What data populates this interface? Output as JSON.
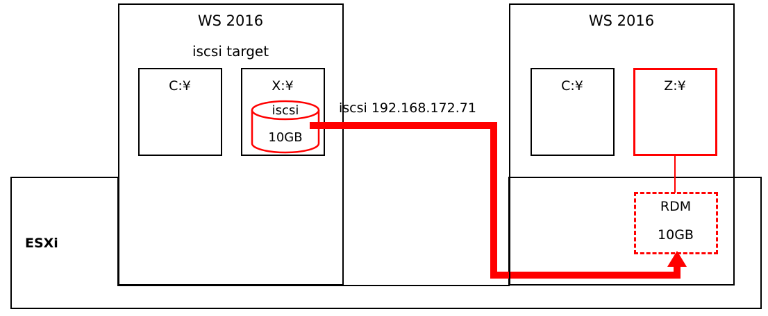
{
  "diagram": {
    "title_left": "WS 2016",
    "subtitle_left": "iscsi target",
    "title_right": "WS 2016",
    "host_label": "ESXi",
    "connection_label": "iscsi 192.168.172.71",
    "left_host": {
      "drives": [
        {
          "name": "C:¥"
        },
        {
          "name": "X:¥"
        }
      ],
      "storage": {
        "top_label": "iscsi",
        "size_label": "10GB"
      }
    },
    "right_host": {
      "drives": [
        {
          "name": "C:¥"
        },
        {
          "name": "Z:¥"
        }
      ],
      "rdm": {
        "type_label": "RDM",
        "size_label": "10GB"
      }
    },
    "colors": {
      "accent": "#ff0000",
      "outline": "#000000",
      "background": "#ffffff"
    }
  }
}
